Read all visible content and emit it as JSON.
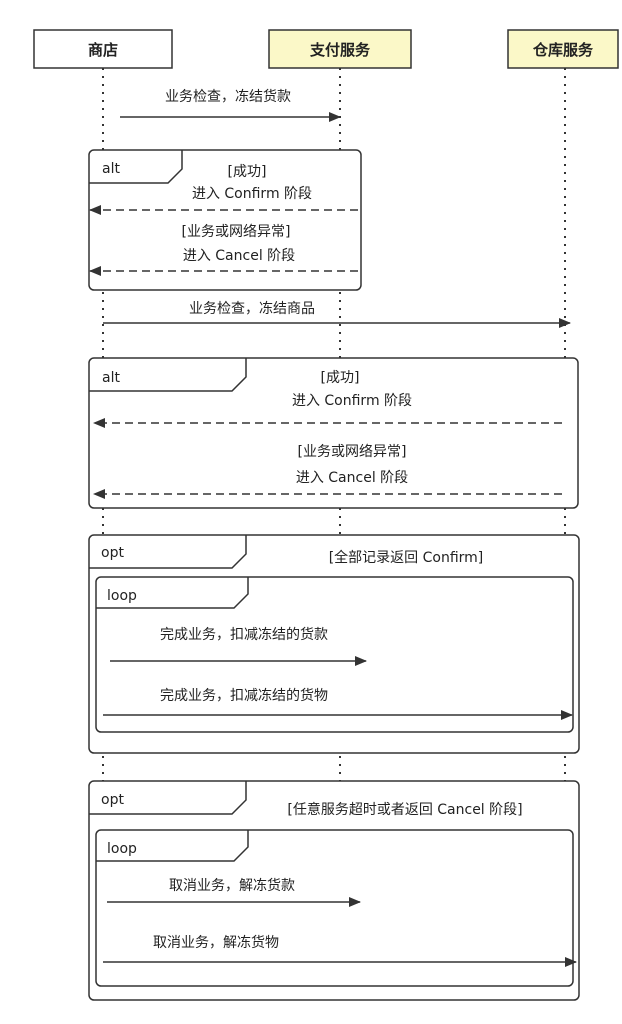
{
  "actors": {
    "shop": "商店",
    "payment": "支付服务",
    "warehouse": "仓库服务"
  },
  "messages": {
    "freeze_payment": "业务检查，冻结货款",
    "freeze_goods": "业务检查，冻结商品",
    "confirm_money": "完成业务，扣减冻结的货款",
    "confirm_goods": "完成业务，扣减冻结的货物",
    "cancel_money": "取消业务，解冻货款",
    "cancel_goods": "取消业务，解冻货物"
  },
  "frames": {
    "alt_payment": {
      "type": "alt",
      "guard_success": "[成功]",
      "msg_success": "进入 Confirm 阶段",
      "guard_error": "[业务或网络异常]",
      "msg_error": "进入 Cancel 阶段"
    },
    "alt_warehouse": {
      "type": "alt",
      "guard_success": "[成功]",
      "msg_success": "进入 Confirm 阶段",
      "guard_error": "[业务或网络异常]",
      "msg_error": "进入 Cancel 阶段"
    },
    "opt_confirm": {
      "type": "opt",
      "guard": "[全部记录返回 Confirm]",
      "loop": "loop"
    },
    "opt_cancel": {
      "type": "opt",
      "guard": "[任意服务超时或者返回 Cancel 阶段]",
      "loop": "loop"
    }
  },
  "colors": {
    "actor_shop_fill": "#ffffff",
    "actor_service_fill": "#fbf8c8",
    "line": "#333333"
  }
}
